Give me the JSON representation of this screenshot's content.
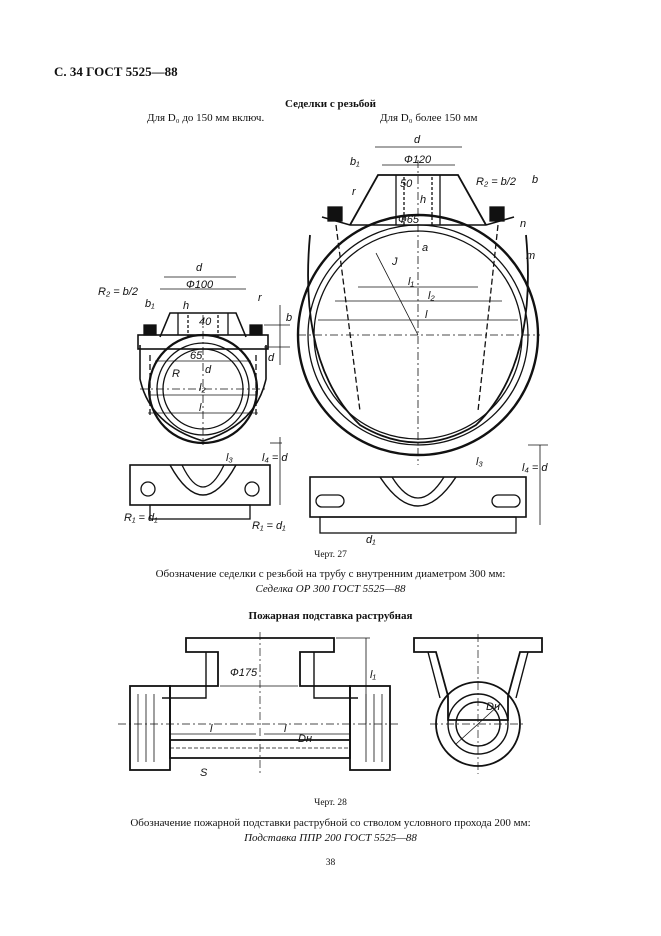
{
  "header": "С. 34 ГОСТ 5525—88",
  "section1": {
    "title": "Седелки с резьбой",
    "sub_left": "Для D₀ до 150 мм включ.",
    "sub_right": "Для D₀ более 150 мм",
    "fig_caption": "Черт. 27",
    "designation_text": "Обозначение седелки с резьбой на трубу с внутренним диаметром 300 мм:",
    "designation_example": "Седелка ОР 300 ГОСТ 5525—88"
  },
  "section2": {
    "title": "Пожарная подставка раструбная",
    "fig_caption": "Черт. 28",
    "designation_text": "Обозначение пожарной подставки раструбной со стволом условного прохода 200 мм:",
    "designation_example": "Подставка ППР 200 ГОСТ 5525—88"
  },
  "labels": {
    "small_d": "d",
    "small_phi": "Ф100",
    "small_r2": "R₂ = b/2",
    "small_b1": "b₁",
    "small_r": "r",
    "small_h": "h",
    "small_40": "40",
    "small_65": "65",
    "small_d2": "d",
    "small_R": "R",
    "small_l2": "l₂",
    "small_l": "l",
    "small_b": "b",
    "small_dd": "d",
    "big_d": "d",
    "big_phi": "Ф120",
    "big_b1": "b₁",
    "big_r": "r",
    "big_50": "50",
    "big_h": "h",
    "big_r2": "R₂ = b/2",
    "big_b": "b",
    "big_phi65": "Ф65",
    "big_a": "a",
    "big_n": "n",
    "big_m": "m",
    "big_l1": "l₁",
    "big_l2": "l₂",
    "big_l": "l",
    "big_J": "J",
    "plan_l3": "l₃",
    "plan_l4": "l₄ = d",
    "plan_r1": "R₁ = d₁",
    "plan_d1": "d₁",
    "plan2_l3": "l₃",
    "plan2_l4": "l₄ = d",
    "plan2_r1": "R₁ = d₁",
    "hyd_phi": "Ф175",
    "hyd_l1": "l₁",
    "hyd_l_left": "l",
    "hyd_l_right": "l",
    "hyd_dh": "Dн",
    "hyd_s": "S",
    "hyd_dn": "Dн"
  },
  "page_number": "38"
}
